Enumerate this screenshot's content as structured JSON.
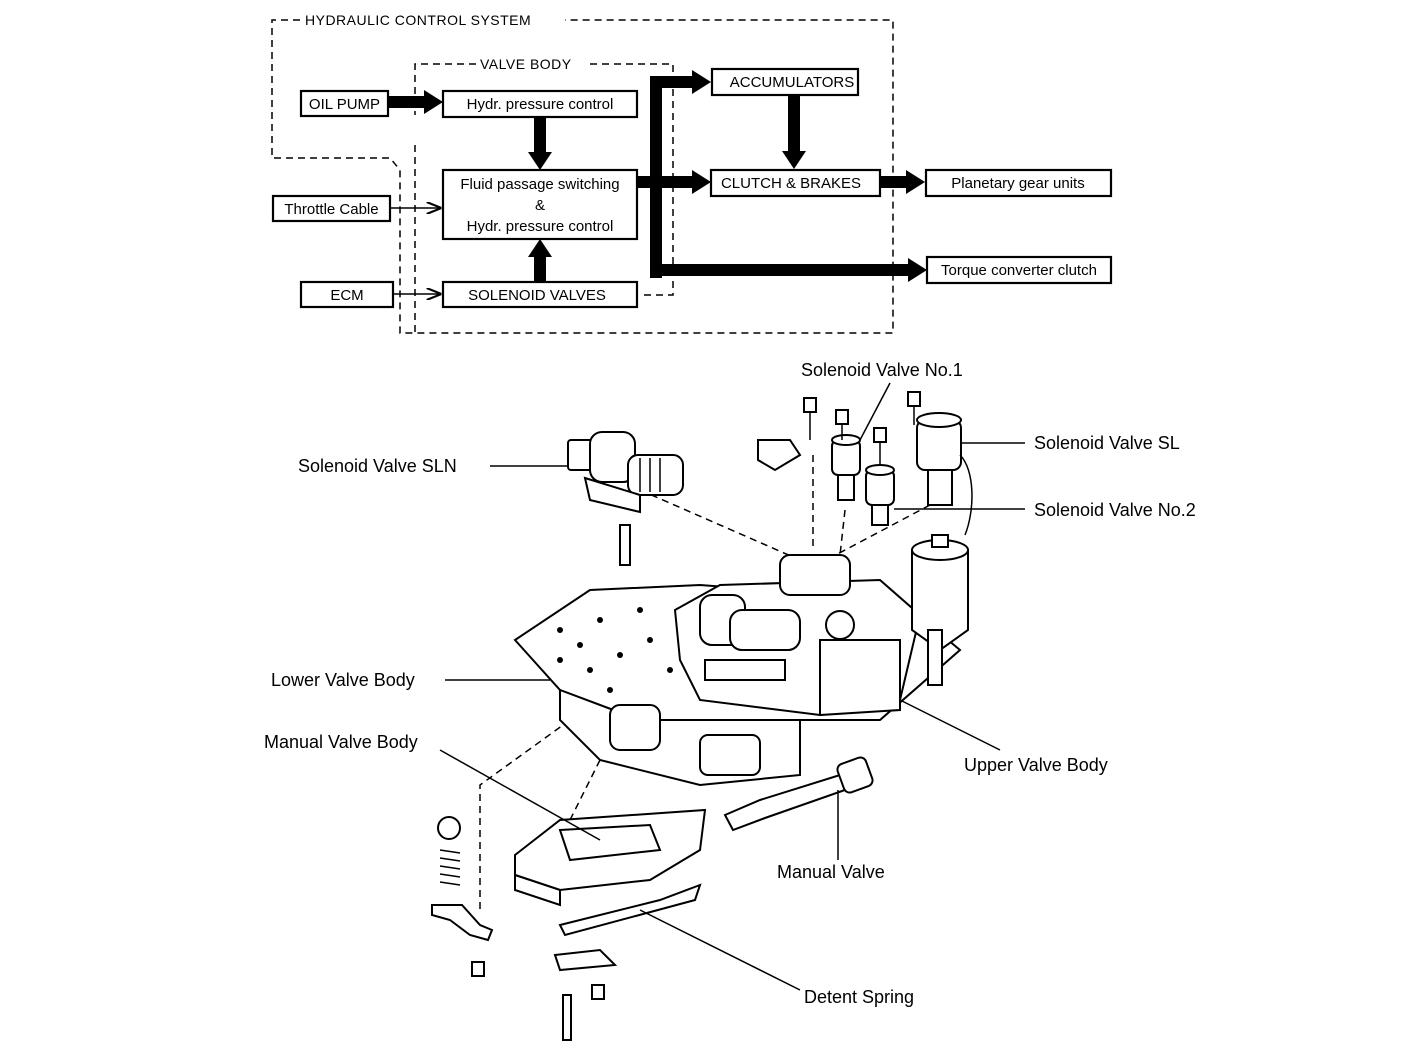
{
  "flowchart": {
    "system_title": "HYDRAULIC CONTROL SYSTEM",
    "valve_body_title": "VALVE BODY",
    "oil_pump": "OIL PUMP",
    "hydr_pressure_control": "Hydr. pressure control",
    "fluid_line1": "Fluid passage switching",
    "fluid_line2": "&",
    "fluid_line3": "Hydr. pressure control",
    "throttle_cable": "Throttle Cable",
    "ecm": "ECM",
    "solenoid_valves": "SOLENOID VALVES",
    "accumulators": "ACCUMULATORS",
    "clutch_brakes": "CLUTCH & BRAKES",
    "planetary_gear_units": "Planetary gear units",
    "torque_converter_clutch": "Torque converter clutch"
  },
  "parts": {
    "solenoid_valve_no1": "Solenoid Valve No.1",
    "solenoid_valve_sln": "Solenoid Valve SLN",
    "solenoid_valve_sl": "Solenoid Valve SL",
    "solenoid_valve_no2": "Solenoid Valve No.2",
    "lower_valve_body": "Lower Valve Body",
    "manual_valve_body": "Manual Valve Body",
    "upper_valve_body": "Upper Valve Body",
    "manual_valve": "Manual Valve",
    "detent_spring": "Detent Spring"
  }
}
